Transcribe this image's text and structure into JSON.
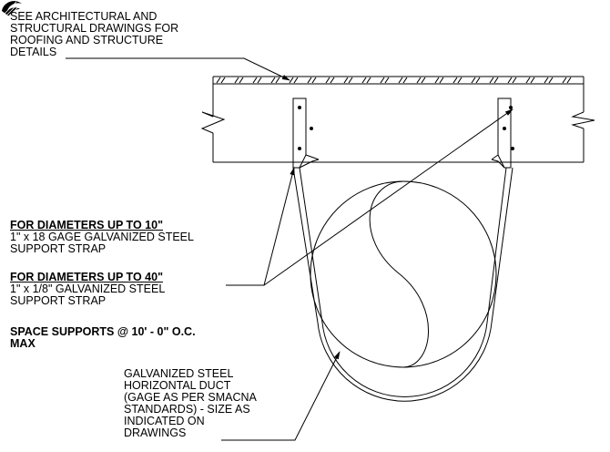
{
  "notes": {
    "top": {
      "lines": [
        "SEE ARCHITECTURAL AND",
        "STRUCTURAL DRAWINGS FOR",
        "ROOFING AND STRUCTURE",
        "DETAILS"
      ]
    },
    "strap_small": {
      "heading": "FOR DIAMETERS UP TO 10\"",
      "lines": [
        "1\" x 18 GAGE GALVANIZED STEEL",
        "SUPPORT STRAP"
      ]
    },
    "strap_large": {
      "heading": "FOR DIAMETERS UP TO 40\"",
      "lines": [
        "1\" x 1/8\" GALVANIZED STEEL",
        "SUPPORT STRAP"
      ]
    },
    "spacing": {
      "lines": [
        "SPACE SUPPORTS @ 10' - 0\" O.C.",
        "MAX"
      ]
    },
    "duct": {
      "lines": [
        "GALVANIZED STEEL",
        "HORIZONTAL DUCT",
        "(GAGE AS PER SMACNA",
        "STANDARDS) - SIZE AS",
        "INDICATED ON",
        "DRAWINGS"
      ]
    }
  },
  "colors": {
    "line": "#000000",
    "background": "#ffffff"
  }
}
